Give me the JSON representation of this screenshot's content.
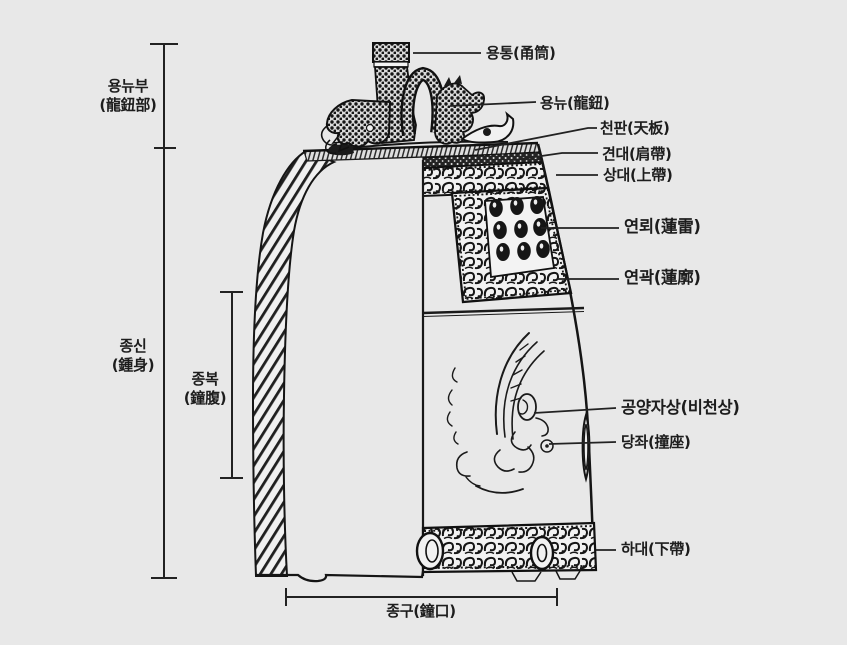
{
  "colors": {
    "background": "#e8e8e8",
    "ink": "#1b1b1b"
  },
  "callouts": {
    "yongtong": "용통(甬筒)",
    "yongnyu": "용뉴(龍鈕)",
    "cheonpan": "천판(天板)",
    "gyeondae": "견대(肩帶)",
    "sangdae": "상대(上帶)",
    "yeonroe": "연뢰(蓮雷)",
    "yeongwak": "연곽(蓮廓)",
    "gongyangjasang": "공양자상(비천상)",
    "dangjwa": "당좌(撞座)",
    "hadae": "하대(下帶)",
    "jonggu": "종구(鐘口)"
  },
  "measurements": {
    "yongnyubu_line1": "용뉴부",
    "yongnyubu_line2": "(龍鈕部)",
    "jongsin_line1": "종신",
    "jongsin_line2": "(鍾身)",
    "jongbok_line1": "종복",
    "jongbok_line2": "(鐘腹)"
  }
}
